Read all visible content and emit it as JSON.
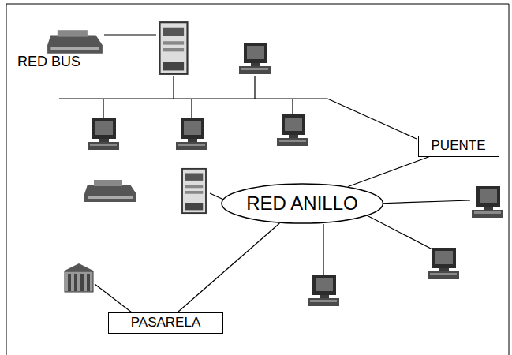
{
  "diagram": {
    "nodes": [
      {
        "text": [
          "PUENTE"
        ]
      },
      {
        "text": [
          "RED ANILLO"
        ]
      },
      {
        "text": [
          "PASARELA"
        ]
      }
    ],
    "edges": [
      {
        "from": 0,
        "to": 1,
        "arrow": "none"
      },
      {
        "from": 1,
        "to": 2,
        "arrow": "none"
      }
    ],
    "labels": [
      "RED BUS"
    ]
  }
}
